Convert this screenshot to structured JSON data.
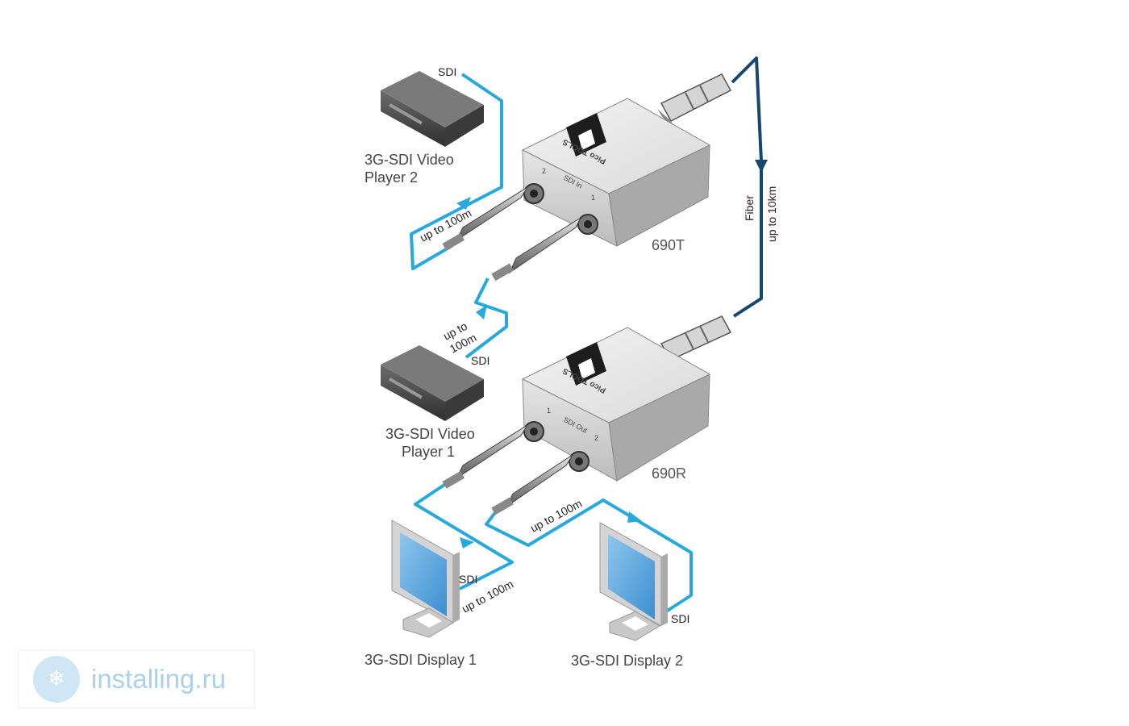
{
  "devices": {
    "transmitter": {
      "model": "690T",
      "port_label": "SDI In",
      "port1": "1",
      "port2": "2",
      "brand_text": "Pico TOOLS"
    },
    "receiver": {
      "model": "690R",
      "port_label": "SDI Out",
      "port1": "1",
      "port2": "2",
      "brand_text": "Pico TOOLS"
    },
    "player2": {
      "label_line1": "3G-SDI Video",
      "label_line2": "Player 2"
    },
    "player1": {
      "label_line1": "3G-SDI Video",
      "label_line2": "Player 1"
    },
    "display1": {
      "label": "3G-SDI Display 1"
    },
    "display2": {
      "label": "3G-SDI Display 2"
    }
  },
  "cables": {
    "sdi_label": "SDI",
    "copper_distance": "up to 100m",
    "copper_distance_line1": "up to",
    "copper_distance_line2": "100m",
    "fiber_label": "Fiber",
    "fiber_distance": "up to 10km"
  },
  "colors": {
    "sdi_cable": "#29a8dc",
    "fiber_cable": "#16476f"
  },
  "watermark": {
    "text": "installing.ru",
    "icon": "snowflake-icon"
  }
}
